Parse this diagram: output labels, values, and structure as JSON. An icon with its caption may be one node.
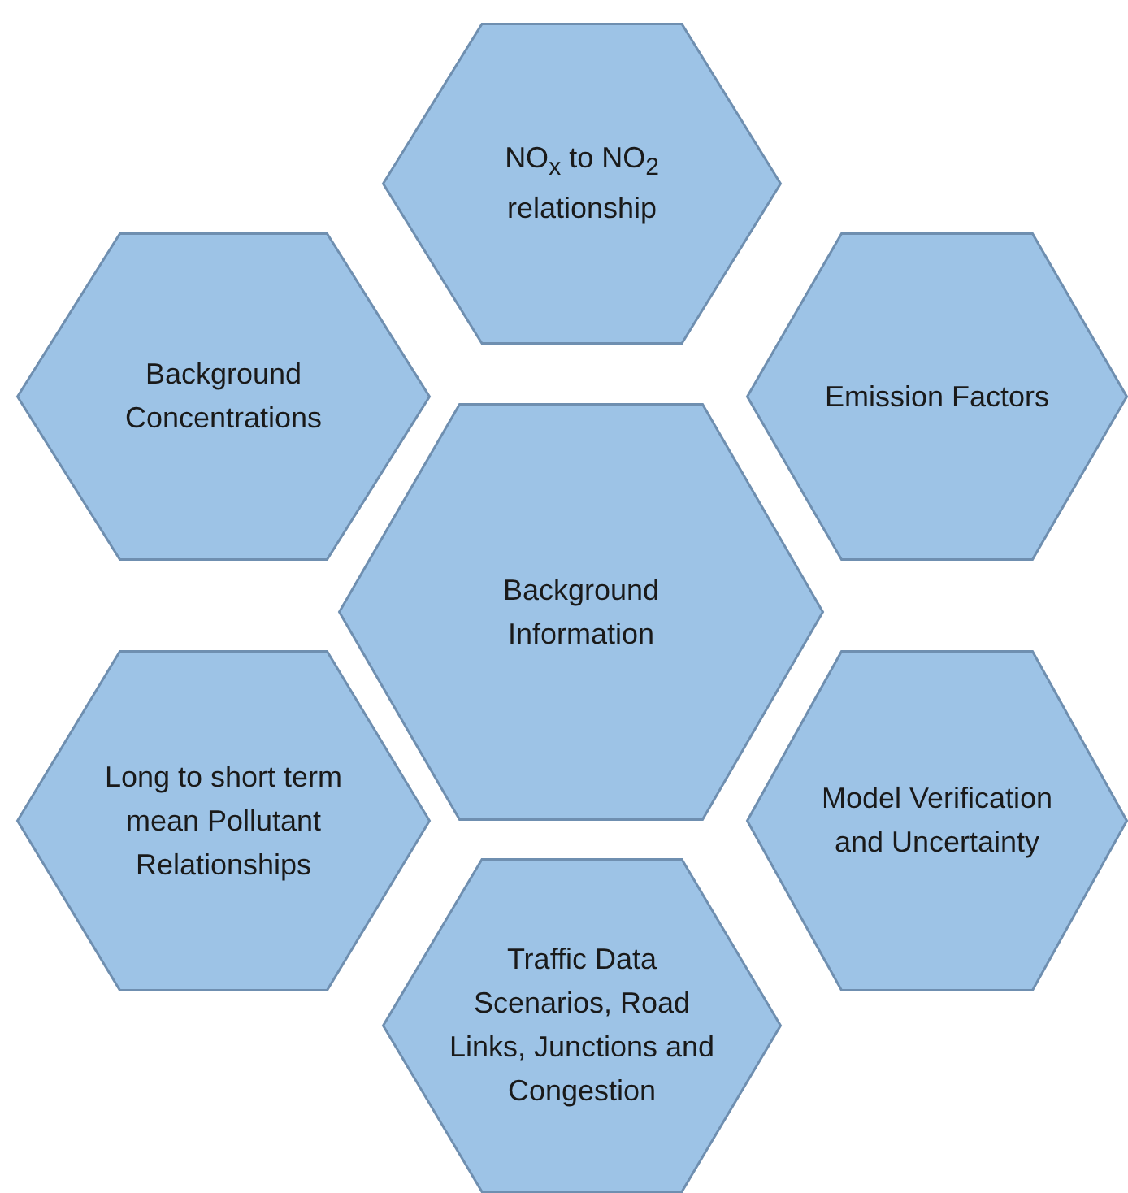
{
  "diagram": {
    "nodes": [
      {
        "text": [
          "NO$_{x}$ to NO$_{2}$ relationship"
        ]
      },
      {
        "text": [
          "Background Concentrations"
        ]
      },
      {
        "text": [
          "Emission Factors"
        ]
      },
      {
        "text": [
          "Background Information"
        ]
      },
      {
        "text": [
          "Long to short term mean Pollutant Relationships"
        ]
      },
      {
        "text": [
          "Model Verification and Uncertainty"
        ]
      },
      {
        "text": [
          "Traffic Data Scenarios, Road Links, Junctions and Congestion"
        ]
      }
    ]
  }
}
